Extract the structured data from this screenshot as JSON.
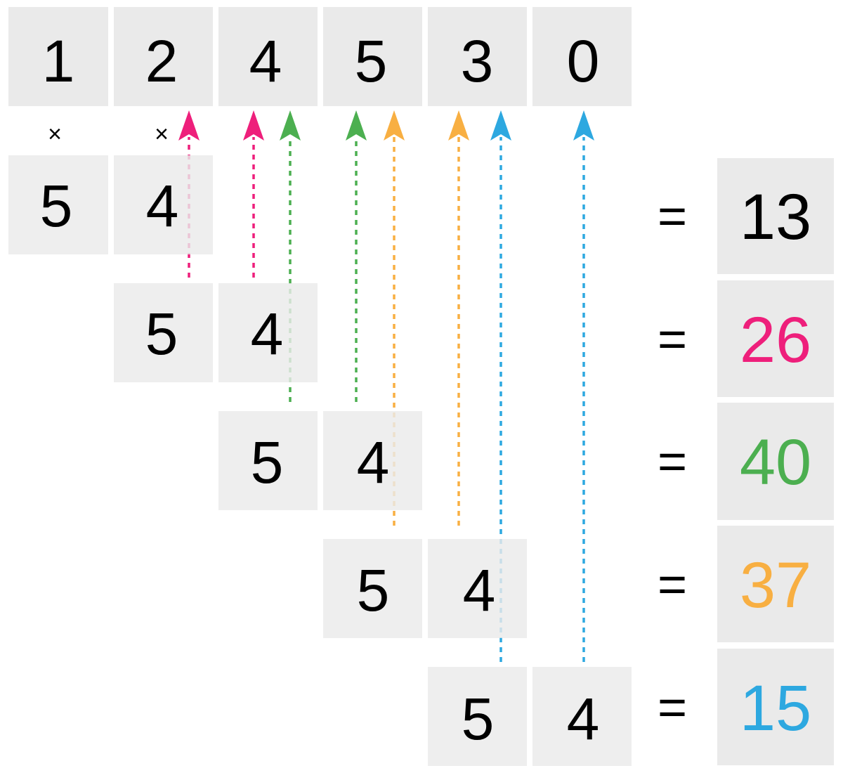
{
  "multiplicand_digits": [
    "1",
    "2",
    "4",
    "5",
    "3",
    "0"
  ],
  "multiplier_digits": [
    "5",
    "4"
  ],
  "times_symbol": "×",
  "equals_symbol": "=",
  "partial_rows": [
    {
      "digits": [
        "5",
        "4"
      ],
      "result": "13",
      "color": "#000000"
    },
    {
      "digits": [
        "5",
        "4"
      ],
      "result": "26",
      "color": "#EE1F7B"
    },
    {
      "digits": [
        "5",
        "4"
      ],
      "result": "40",
      "color": "#4CAF50"
    },
    {
      "digits": [
        "5",
        "4"
      ],
      "result": "37",
      "color": "#F8AF42"
    },
    {
      "digits": [
        "5",
        "4"
      ],
      "result": "15",
      "color": "#2DA8E0"
    }
  ],
  "colors": {
    "cell": "#EAEAEA",
    "pink": "#EE1F7B",
    "green": "#4CAF50",
    "orange": "#F8AF42",
    "blue": "#2DA8E0"
  }
}
